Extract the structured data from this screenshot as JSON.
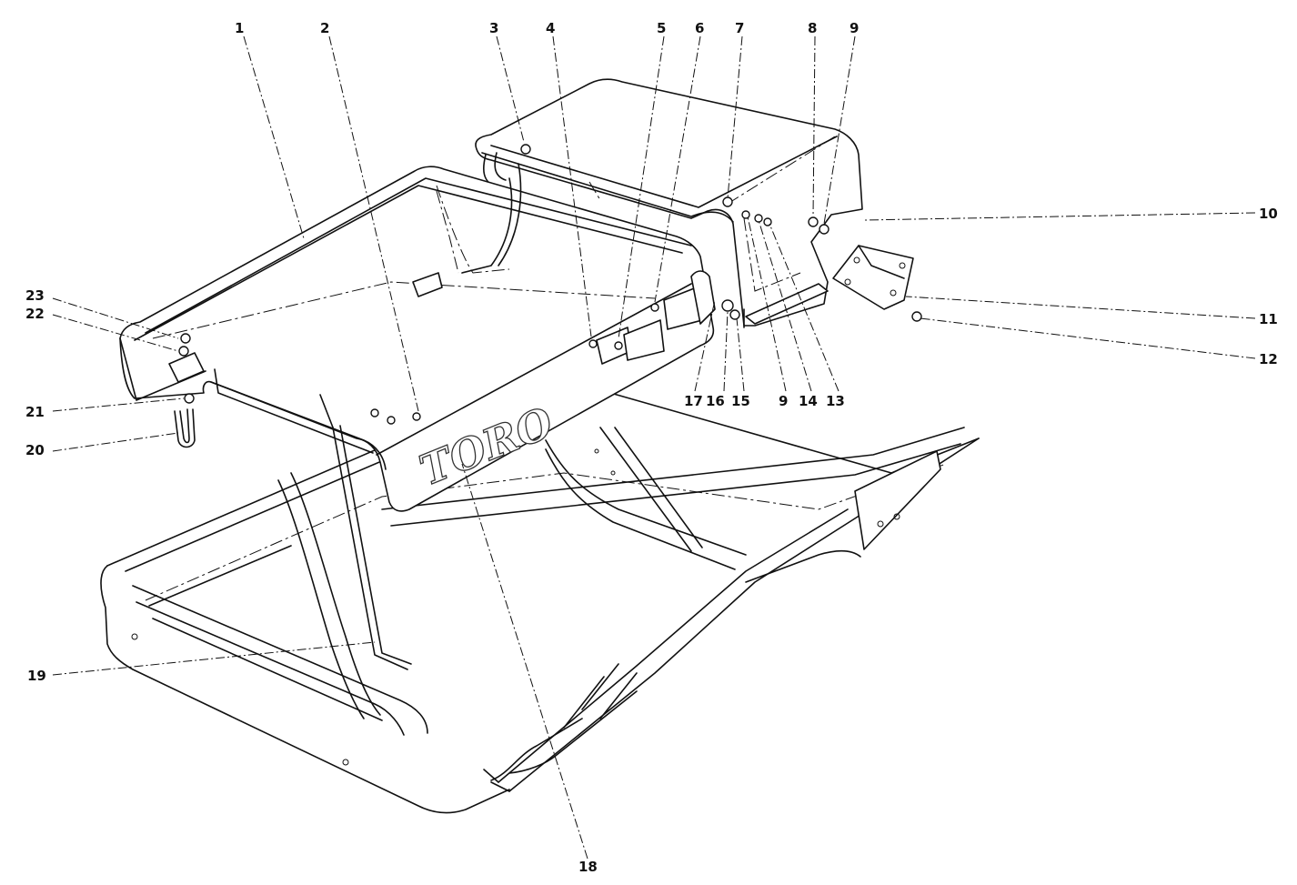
{
  "diagram": {
    "brand_logo": "TORO",
    "labels": [
      "1",
      "2",
      "3",
      "4",
      "5",
      "6",
      "7",
      "8",
      "9",
      "10",
      "11",
      "12",
      "23",
      "22",
      "21",
      "20",
      "19",
      "18",
      "17",
      "16",
      "15",
      "9",
      "14",
      "13"
    ],
    "colors": {
      "ink": "#111111",
      "paper": "#ffffff"
    }
  }
}
